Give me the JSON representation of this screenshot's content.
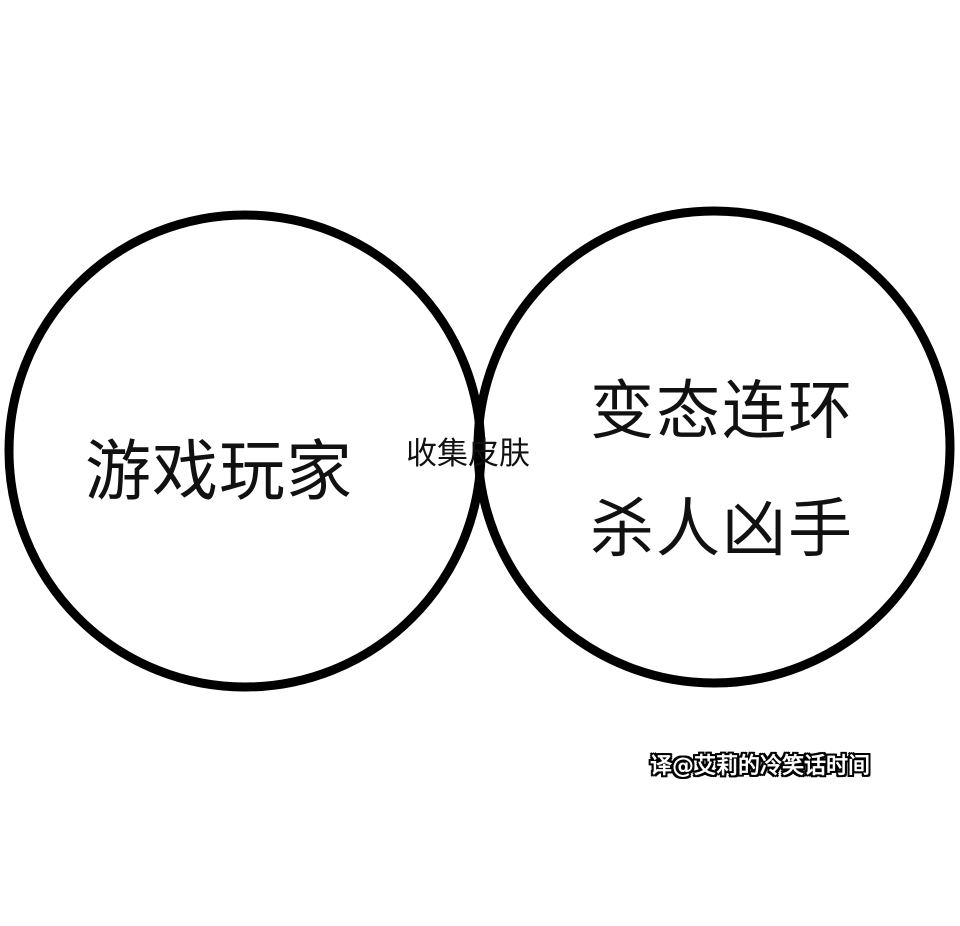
{
  "venn": {
    "left_set": "游戏玩家",
    "right_set_line1": "变态连环",
    "right_set_line2": "杀人凶手",
    "intersection": "收集皮肤",
    "intersection_color": "#b3b3b3",
    "outline_color": "#000000"
  },
  "watermark": "译@艾莉的冷笑话时间"
}
